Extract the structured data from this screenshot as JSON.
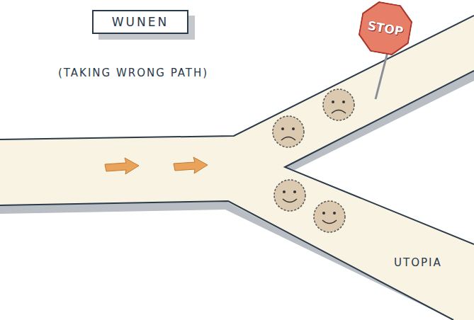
{
  "diagram": {
    "nodes": [
      {
        "text": [
          "WUNEN"
        ]
      },
      {
        "text": [
          "STOP"
        ]
      }
    ],
    "labels": [
      "(TAKING WRONG PATH)",
      "UTOPIA"
    ]
  }
}
